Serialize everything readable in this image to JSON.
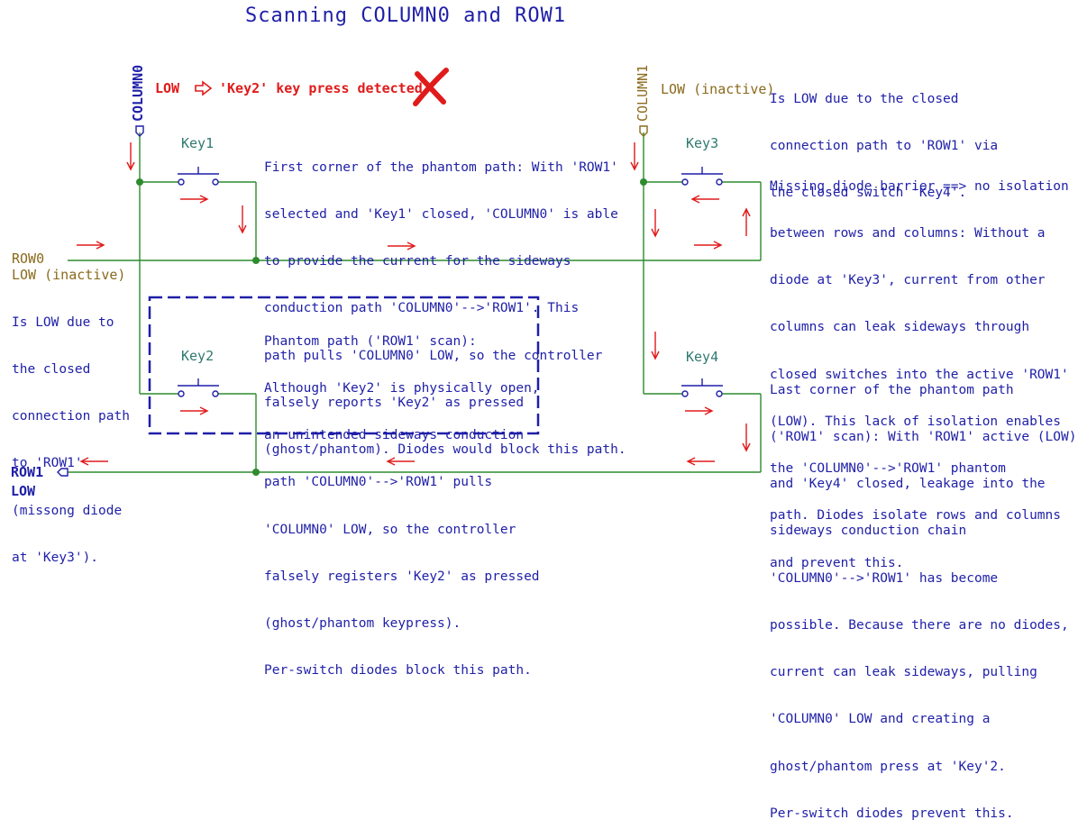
{
  "title": "Scanning COLUMN0 and ROW1",
  "nets": {
    "column0": "COLUMN0",
    "column1": "COLUMN1",
    "row0": "ROW0",
    "row1": "ROW1"
  },
  "states": {
    "column0_state": "LOW",
    "column1_state": "LOW (inactive)",
    "row0_state": "LOW (inactive)",
    "row1_state": "LOW"
  },
  "detected": "'Key2' key press detected",
  "keys": [
    "Key1",
    "Key2",
    "Key3",
    "Key4"
  ],
  "notes": {
    "first_corner": [
      "First corner of the phantom path: With 'ROW1'",
      "selected and 'Key1' closed, 'COLUMN0' is able",
      "to provide the current for the sideways",
      "conduction path 'COLUMN0'-->'ROW1'. This",
      "path pulls 'COLUMN0' LOW, so the controller",
      "falsely reports 'Key2' as pressed",
      "(ghost/phantom). Diodes would block this path."
    ],
    "phantom_path": [
      "Phantom path ('ROW1' scan):",
      "Although 'Key2' is physically open,",
      "an unintended sideways conduction",
      "path 'COLUMN0'-->'ROW1' pulls",
      "'COLUMN0' LOW, so the controller",
      "falsely registers 'Key2' as pressed",
      "(ghost/phantom keypress).",
      "Per-switch diodes block this path."
    ],
    "row0_low": [
      "Is LOW due to",
      "the closed",
      "connection path",
      "to 'ROW1'",
      "(missong diode",
      "at 'Key3')."
    ],
    "column1_low": [
      "Is LOW due to the closed",
      "connection path to 'ROW1' via",
      "the closed switch 'Key4'."
    ],
    "missing_diode": [
      "Missing diode barrier ==> no isolation",
      "between rows and columns: Without a",
      "diode at 'Key3', current from other",
      "columns can leak sideways through",
      "closed switches into the active 'ROW1'",
      "(LOW). This lack of isolation enables",
      "the 'COLUMN0'-->'ROW1' phantom",
      "path. Diodes isolate rows and columns",
      "and prevent this."
    ],
    "last_corner": [
      "Last corner of the phantom path",
      "('ROW1' scan): With 'ROW1' active (LOW)",
      "and 'Key4' closed, leakage into the",
      "sideways conduction chain",
      "'COLUMN0'-->'ROW1' has become",
      "possible. Because there are no diodes,",
      "current can leak sideways, pulling",
      "'COLUMN0' LOW and creating a",
      "ghost/phantom press at 'Key'2.",
      "Per-switch diodes prevent this."
    ]
  },
  "colors": {
    "wire": "#2e8b2e",
    "annotation": "#1f1fa8",
    "label": "#8a6a1c",
    "arrow": "#e01b1b",
    "key_label": "#2f7a6f"
  }
}
